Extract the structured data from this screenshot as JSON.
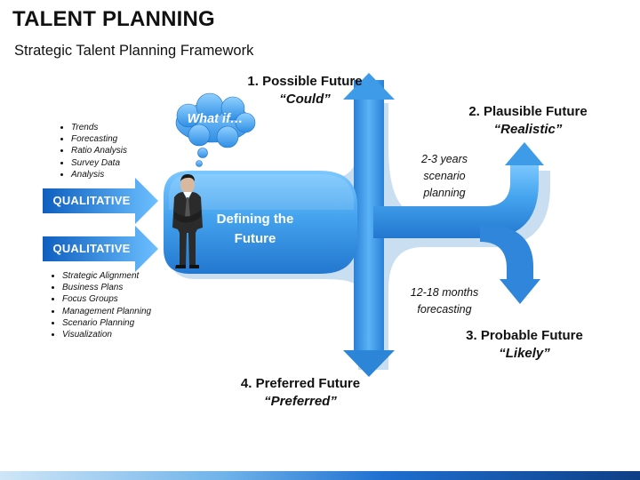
{
  "header": {
    "title": "TALENT PLANNING",
    "subtitle": "Strategic Talent Planning Framework"
  },
  "inputs": {
    "top": {
      "label": "QUALITATIVE",
      "bullets": [
        "Trends",
        "Forecasting",
        "Ratio Analysis",
        "Survey Data",
        "Analysis"
      ]
    },
    "bottom": {
      "label": "QUALITATIVE",
      "bullets": [
        "Strategic Alignment",
        "Business Plans",
        "Focus Groups",
        "Management Planning",
        "Scenario Planning",
        "Visualization"
      ]
    }
  },
  "thought_bubble": "What if…",
  "center_label": [
    "Defining the",
    "Future"
  ],
  "futures": [
    {
      "title": "1. Possible Future",
      "subtitle": "“Could”"
    },
    {
      "title": "2. Plausible Future",
      "subtitle": "“Realistic”"
    },
    {
      "title": "3. Probable Future",
      "subtitle": "“Likely”"
    },
    {
      "title": "4. Preferred Future",
      "subtitle": "“Preferred”"
    }
  ],
  "timeframes": [
    {
      "lines": [
        "2-3 years",
        "scenario",
        "planning"
      ]
    },
    {
      "lines": [
        "12-18 months",
        "forecasting"
      ]
    }
  ],
  "colors": {
    "arrow_light": "#77c4ff",
    "arrow_main": "#3c9be8",
    "arrow_dark": "#1f6fc6",
    "shadow": "#8eb8dd",
    "bar_dark": "#0f5fbf",
    "bar_light": "#6cc0ff"
  }
}
